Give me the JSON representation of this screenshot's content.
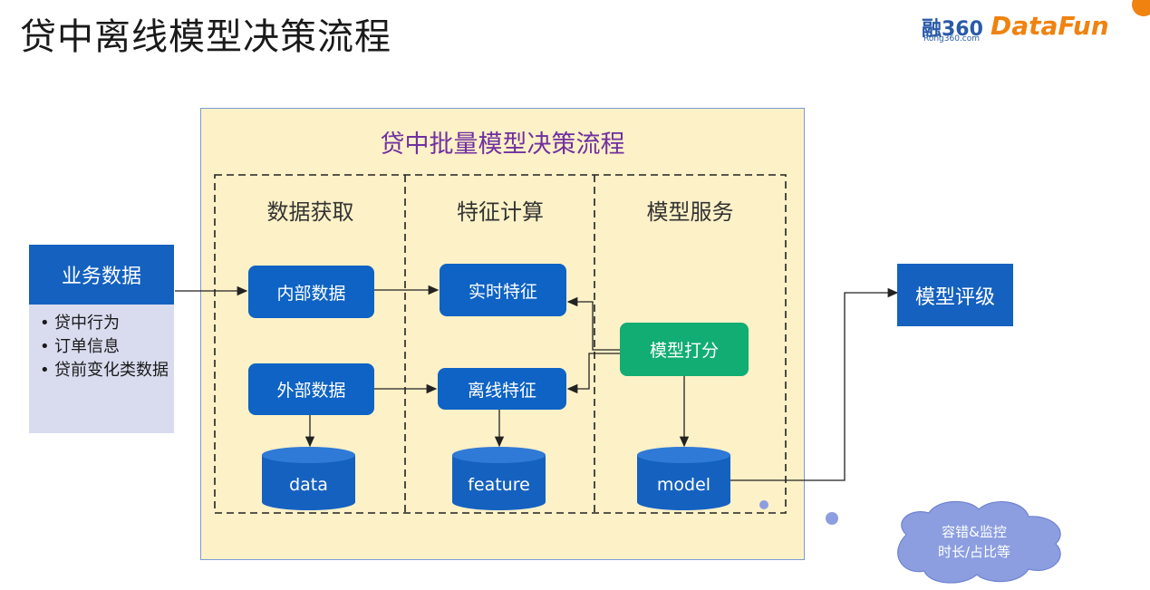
{
  "slide": {
    "title": "贷中离线模型决策流程"
  },
  "logo": {
    "rong": "融360",
    "rong_sub": "Rong360.com",
    "datafun": "DataFun"
  },
  "panel": {
    "title": "贷中批量模型决策流程",
    "columns": [
      "数据获取",
      "特征计算",
      "模型服务"
    ]
  },
  "source": {
    "title": "业务数据",
    "items": [
      "贷中行为",
      "订单信息",
      "贷前变化类数据"
    ]
  },
  "nodes": {
    "internal": "内部数据",
    "external": "外部数据",
    "realtime": "实时特征",
    "offline": "离线特征",
    "scoring": "模型打分",
    "rating": "模型评级"
  },
  "stores": {
    "data": "data",
    "feature": "feature",
    "model": "model"
  },
  "cloud": {
    "line1": "容错&监控",
    "line2": "时长/占比等"
  },
  "colors": {
    "blue": "#0e63c4",
    "green": "#12ad73",
    "panel_bg": "#fdf1c7",
    "title_purple": "#7030a0",
    "cloud": "#8c9ee0"
  }
}
